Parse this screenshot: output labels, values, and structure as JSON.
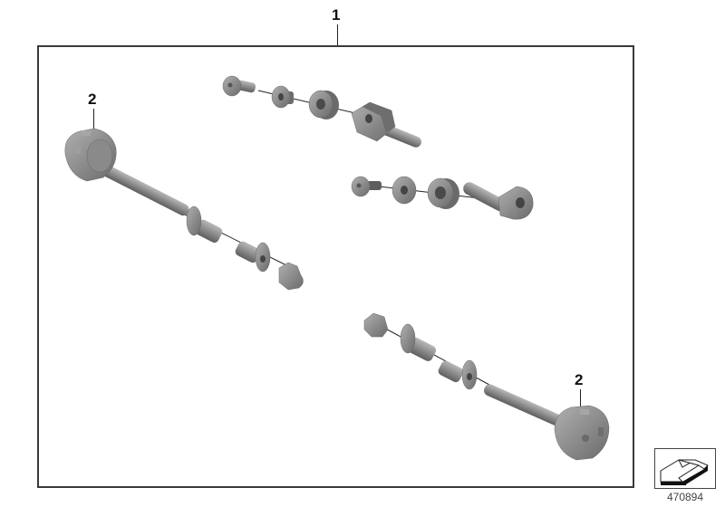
{
  "diagram": {
    "type": "exploded parts diagram",
    "callouts": [
      {
        "id": "callout-1",
        "label": "1",
        "description": "complete assembly / kit"
      },
      {
        "id": "callout-2-left",
        "label": "2",
        "description": "knob bolt, upper-left"
      },
      {
        "id": "callout-2-right",
        "label": "2",
        "description": "knob bolt, lower-right"
      }
    ],
    "assemblies": [
      {
        "name": "upper-bracket-set",
        "parts": [
          "button-head screw",
          "flanged bushing",
          "rubber grommet",
          "square bracket with pin"
        ]
      },
      {
        "name": "middle-bracket-set",
        "parts": [
          "button-head screw",
          "washer",
          "rubber grommet",
          "eye bracket with pin"
        ]
      },
      {
        "name": "left-knob-bolt-set",
        "parts": [
          "knob bolt",
          "flanged sleeve",
          "flanged bushing",
          "cap nut"
        ]
      },
      {
        "name": "right-knob-bolt-set",
        "parts": [
          "cap nut",
          "flanged sleeve",
          "flanged bushing",
          "knob bolt"
        ]
      }
    ],
    "reference_number": "470894",
    "colors": {
      "frame": "#3a3a3a",
      "part_fill": "#8a8a8a",
      "part_dark": "#5c5c5c",
      "part_light": "#b5b5b5",
      "text": "#111111"
    }
  }
}
